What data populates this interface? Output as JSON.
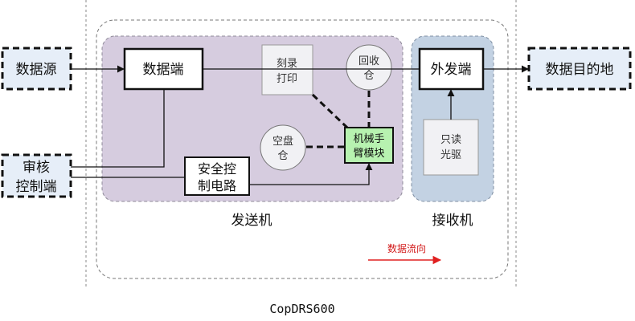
{
  "caption": "CopDRS600",
  "external": {
    "source": "数据源",
    "audit": [
      "审核",
      "控制端"
    ],
    "destination": "数据目的地"
  },
  "sender": {
    "label": "发送机",
    "data_port": "数据端",
    "burn_print": [
      "刻录",
      "打印"
    ],
    "recycle_bin": [
      "回收",
      "仓"
    ],
    "empty_disc_bin": [
      "空盘",
      "仓"
    ],
    "robot_arm": [
      "机械手",
      "臂模块"
    ],
    "safety_circuit": [
      "安全控",
      "制电路"
    ]
  },
  "receiver": {
    "label": "接收机",
    "outbound_port": "外发端",
    "readonly_drive": [
      "只读",
      "光驱"
    ]
  },
  "legend": {
    "flow_label": "数据流向"
  },
  "colors": {
    "sender_fill": "#d6ccdf",
    "receiver_fill": "#c3d2e3",
    "robot_arm_fill": "#b7f2b0",
    "external_fill": "#e6eef8",
    "flow_arrow": "#e02020"
  }
}
